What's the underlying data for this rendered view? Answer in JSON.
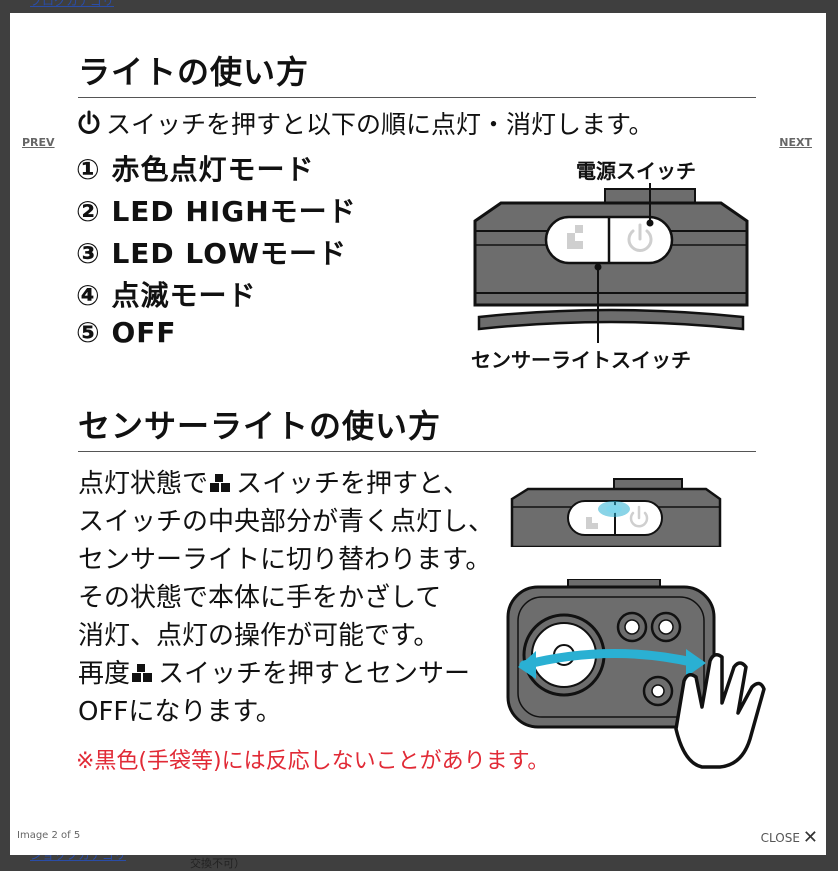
{
  "background": {
    "top_link": "ブログカテゴリ",
    "bottom_link": "ショップカテゴリ",
    "bottom_text": "交換不可）"
  },
  "lightbox": {
    "prev_label": "PREV",
    "next_label": "NEXT",
    "counter": "Image 2 of 5",
    "close_label": "CLOSE"
  },
  "content": {
    "title1": "ライトの使い方",
    "instruction": "スイッチを押すと以下の順に点灯・消灯します。",
    "modes": [
      "① 赤色点灯モード",
      "② LED HIGHモード",
      "③ LED LOWモード",
      "④ 点滅モード",
      "⑤ OFF"
    ],
    "power_switch_label": "電源スイッチ",
    "sensor_switch_label": "センサーライトスイッチ",
    "title2": "センサーライトの使い方",
    "para": {
      "l1a": "点灯状態で",
      "l1b": "スイッチを押すと、",
      "l2": "スイッチの中央部分が青く点灯し、",
      "l3": "センサーライトに切り替わります。",
      "l4": "その状態で本体に手をかざして",
      "l5": "消灯、点灯の操作が可能です。",
      "l6a": "再度",
      "l6b": "スイッチを押すとセンサー",
      "l7": "OFFになります。"
    },
    "warning": "※黒色(手袋等)には反応しないことがあります。"
  },
  "colors": {
    "device_gray": "#6d6d6d",
    "accent_blue": "#2ab0d3",
    "warning_red": "#e12a36"
  }
}
